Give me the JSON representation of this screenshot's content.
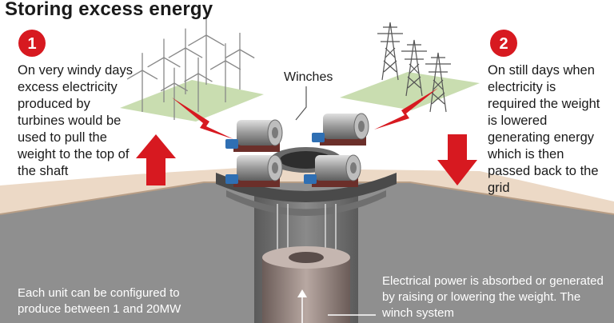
{
  "title": "Storing excess energy",
  "steps": [
    {
      "number": "1",
      "text": "On very windy days excess electricity produced by turbines would be used to pull the weight to the top of the shaft"
    },
    {
      "number": "2",
      "text": "On still days when electricity is required the weight is lowered generating energy which is then passed back to the grid"
    }
  ],
  "winches_label": "Winches",
  "bottom_left_text": "Each unit can be configured to produce between 1 and 20MW",
  "bottom_right_text": "Electrical power is absorbed or generated by raising or lowering the weight. The winch system",
  "colors": {
    "accent_red": "#d71920",
    "ground": "#ecd9c6",
    "field_green": "#c9ddb0",
    "underground": "#8f8f8f"
  },
  "icons": {
    "up_arrow": "up-arrow-icon",
    "down_arrow": "down-arrow-icon",
    "lightning": "lightning-bolt-icon"
  }
}
